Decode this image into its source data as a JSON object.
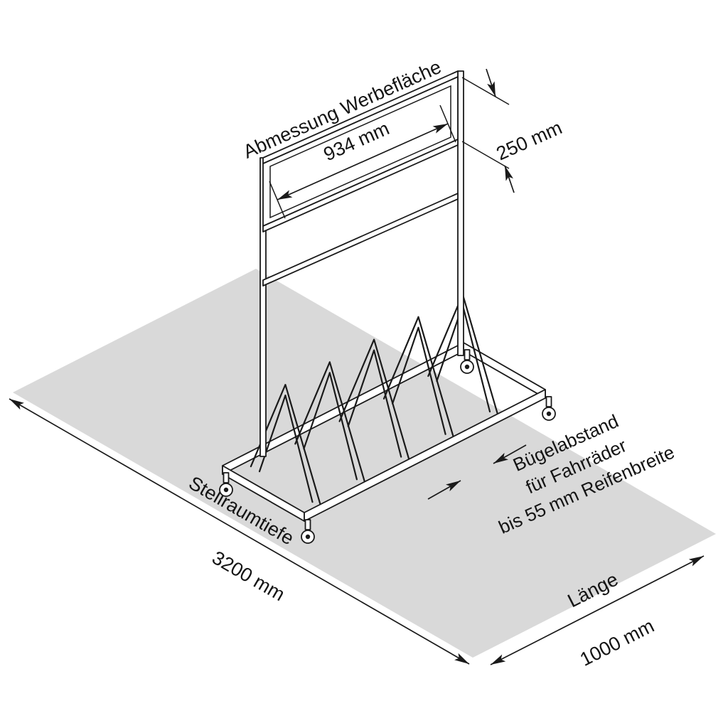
{
  "diagram": {
    "annotations": {
      "ad_surface_label": "Abmessung Werbefläche",
      "ad_surface_width": "934 mm",
      "ad_surface_height": "250 mm",
      "hoop_spacing_line1": "Bügelabstand",
      "hoop_spacing_line2": "für Fahrräder",
      "hoop_spacing_line3": "bis 55 mm Reifenbreite",
      "depth_label": "Stellraumtiefe",
      "depth_value": "3200 mm",
      "length_label": "Länge",
      "length_value": "1000 mm"
    },
    "colors": {
      "floor_area": "#d9d9d9",
      "line_art": "#1a1a1a",
      "background": "#ffffff"
    }
  }
}
